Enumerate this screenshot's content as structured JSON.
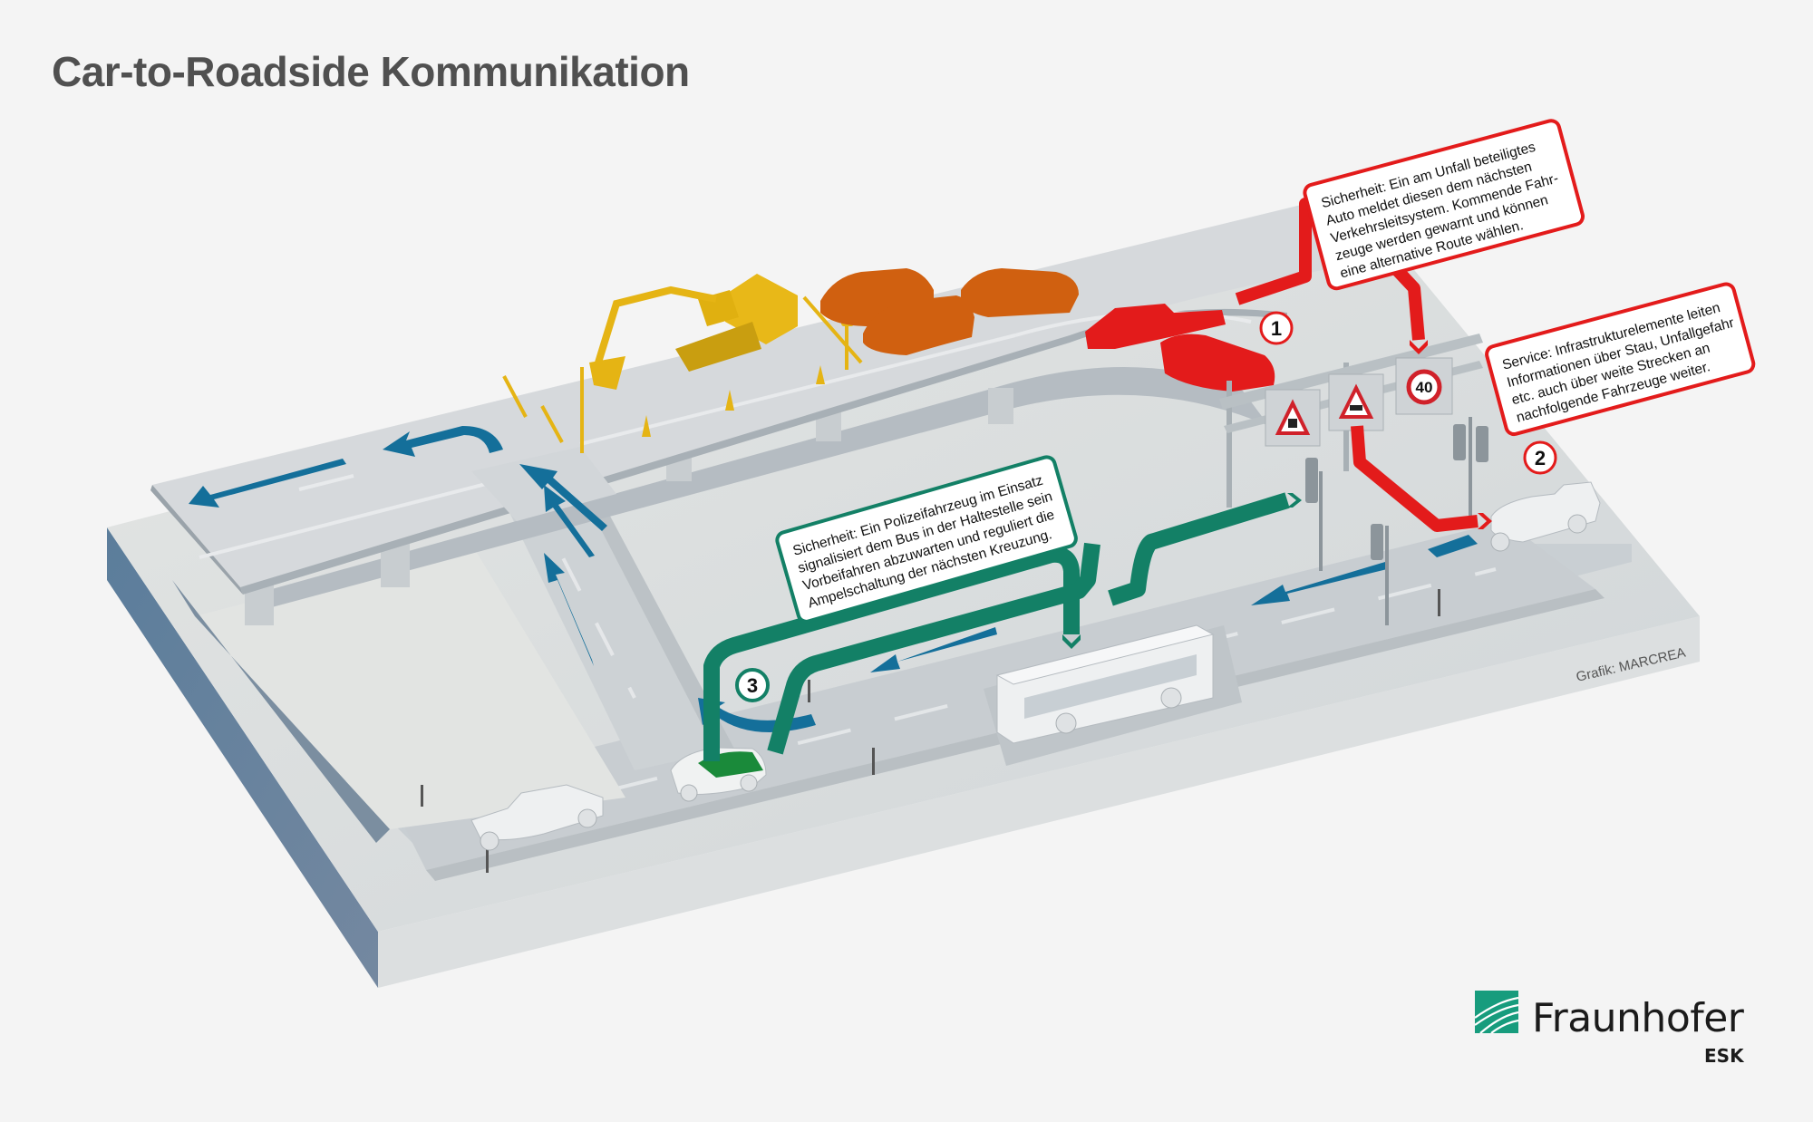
{
  "title": "Car-to-Roadside Kommunikation",
  "colors": {
    "background": "#f4f4f4",
    "platform_top": "#d3d7da",
    "platform_left_face": "#6f8396",
    "platform_front_face": "#dcdfe0",
    "traffic_arrow_blue": "#146f9a",
    "safety_red": "#e31b1b",
    "police_green": "#138066",
    "construction_yellow": "#e5b414",
    "congestion_orange": "#d06010"
  },
  "callouts": [
    {
      "id": "1",
      "color": "red",
      "lines": [
        "Sicherheit: Ein am Unfall beteiligtes",
        "Auto meldet diesen dem nächsten",
        "Verkehrsleitsystem. Kommende Fahr-",
        "zeuge werden gewarnt und können",
        "eine alternative Route wählen."
      ]
    },
    {
      "id": "2",
      "color": "red",
      "lines": [
        "Service: Infrastrukturelemente leiten",
        "Informationen über Stau, Unfallgefahr",
        "etc. auch über weite Strecken an",
        "nachfolgende Fahrzeuge weiter."
      ]
    },
    {
      "id": "3",
      "color": "green",
      "lines": [
        "Sicherheit: Ein Polizeifahrzeug im Einsatz",
        "signalisiert dem Bus in der Haltestelle sein",
        "Vorbeifahren abzuwarten und reguliert die",
        "Ampelschaltung der nächsten Kreuzung."
      ]
    }
  ],
  "markers": [
    "1",
    "2",
    "3"
  ],
  "gantry_signs": [
    {
      "icon": "roadworks-warning-icon"
    },
    {
      "icon": "traffic-jam-warning-icon"
    },
    {
      "icon": "speed-limit-icon",
      "value": "40"
    }
  ],
  "credit": "Grafik: MARCREA",
  "logo": {
    "name": "Fraunhofer",
    "unit": "ESK"
  }
}
